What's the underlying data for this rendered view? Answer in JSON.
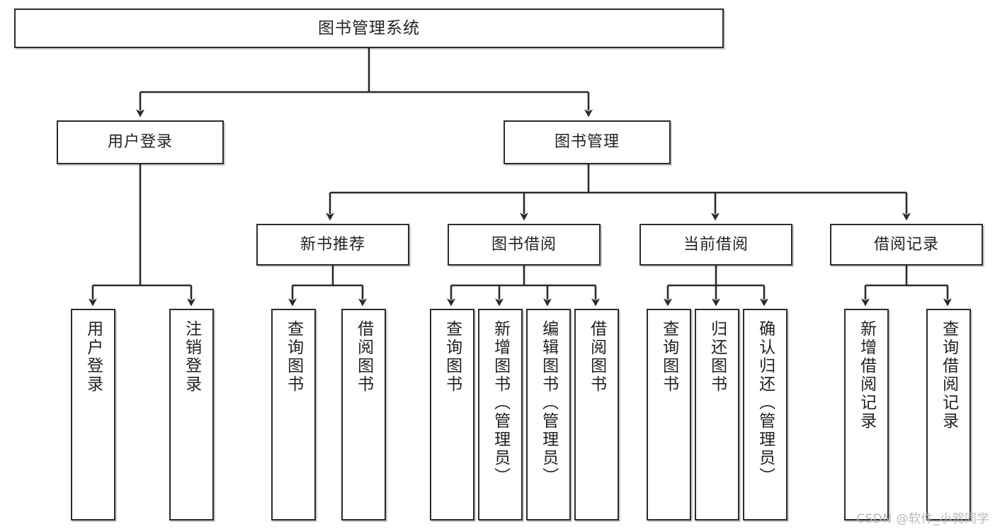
{
  "diagram": {
    "title": "图书管理系统",
    "type": "tree-structure-chart",
    "watermark": "CSDN @软件_小贺同学",
    "line_color": "#2b2b2b",
    "box_fill": "#ffffff",
    "text_color": "#222222",
    "nodes": {
      "root": {
        "label": "图书管理系统"
      },
      "level2": [
        {
          "id": "user-login",
          "label": "用户登录"
        },
        {
          "id": "book-manage",
          "label": "图书管理"
        }
      ],
      "level3": [
        {
          "id": "new-book-recommend",
          "label": "新书推荐"
        },
        {
          "id": "book-borrow",
          "label": "图书借阅"
        },
        {
          "id": "current-borrow",
          "label": "当前借阅"
        },
        {
          "id": "borrow-record",
          "label": "借阅记录"
        }
      ],
      "leaves": {
        "user-login": [
          {
            "id": "leaf-user-login",
            "label": "用户登录"
          },
          {
            "id": "leaf-logout-login",
            "label": "注销登录"
          }
        ],
        "new-book-recommend": [
          {
            "id": "leaf-query-book-1",
            "label": "查询图书"
          },
          {
            "id": "leaf-borrow-book-1",
            "label": "借阅图书"
          }
        ],
        "book-borrow": [
          {
            "id": "leaf-query-book-2",
            "label": "查询图书"
          },
          {
            "id": "leaf-add-book",
            "label": "新增图书（管理员）"
          },
          {
            "id": "leaf-edit-book",
            "label": "编辑图书（管理员）"
          },
          {
            "id": "leaf-borrow-book-2",
            "label": "借阅图书"
          }
        ],
        "current-borrow": [
          {
            "id": "leaf-query-book-3",
            "label": "查询图书"
          },
          {
            "id": "leaf-return-book",
            "label": "归还图书"
          },
          {
            "id": "leaf-confirm-return",
            "label": "确认归还（管理员）"
          }
        ],
        "borrow-record": [
          {
            "id": "leaf-add-record",
            "label": "新增借阅记录"
          },
          {
            "id": "leaf-query-record",
            "label": "查询借阅记录"
          }
        ]
      }
    }
  }
}
